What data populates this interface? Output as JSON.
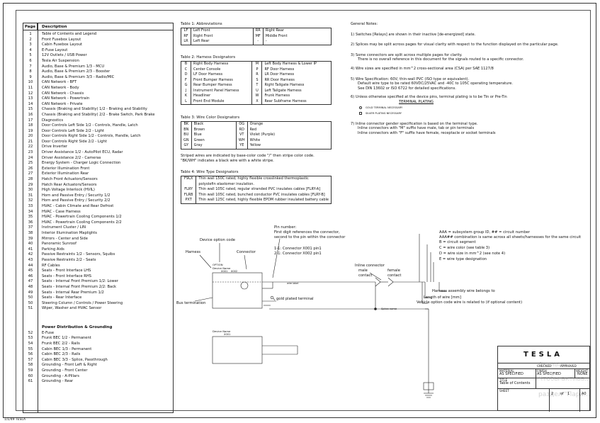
{
  "index": {
    "header": {
      "page": "Page",
      "description": "Description"
    },
    "rows": [
      {
        "n": "1",
        "d": "Table of Contents and Legend"
      },
      {
        "n": "2",
        "d": "Front Fusebox Layout"
      },
      {
        "n": "3",
        "d": "Cabin Fusebox Layout"
      },
      {
        "n": "4",
        "d": "E-Fuse Layout"
      },
      {
        "n": "5",
        "d": "12V Outlets / USB Power"
      },
      {
        "n": "6",
        "d": "Tesla Air Suspension"
      },
      {
        "n": "7",
        "d": "Audio, Base & Premium 1/3 - MCU"
      },
      {
        "n": "8",
        "d": "Audio, Base & Premium 2/3 - Booster"
      },
      {
        "n": "9",
        "d": "Audio, Base & Premium 3/3 - Radio/MIC"
      },
      {
        "n": "10",
        "d": "CAN Network - BFT"
      },
      {
        "n": "11",
        "d": "CAN Network - Body"
      },
      {
        "n": "12",
        "d": "CAN Network - Chassis"
      },
      {
        "n": "13",
        "d": "CAN Network - Powertrain"
      },
      {
        "n": "14",
        "d": "CAN Network - Private"
      },
      {
        "n": "15",
        "d": "Chassis (Braking and Stability) 1/2 - Braking and Stability"
      },
      {
        "n": "16",
        "d": "Chassis (Braking and Stability) 2/2 - Brake Switch, Park Brake"
      },
      {
        "n": "17",
        "d": "Diagnostics"
      },
      {
        "n": "18",
        "d": "Door Controls Left Side 1/2 - Controls, Handle, Latch"
      },
      {
        "n": "19",
        "d": "Door Controls Left Side 2/2 - Light"
      },
      {
        "n": "20",
        "d": "Door Controls Right Side 1/2 - Controls, Handle, Latch"
      },
      {
        "n": "21",
        "d": "Door Controls Right Side 2/2 - Light"
      },
      {
        "n": "22",
        "d": "Drive Inverter"
      },
      {
        "n": "23",
        "d": "Driver Assistance 1/2 - AutoPilot ECU, Radar"
      },
      {
        "n": "24",
        "d": "Driver Assistance 2/2 - Cameras"
      },
      {
        "n": "25",
        "d": "Energy System - Charger Logic Connection"
      },
      {
        "n": "26",
        "d": "Exterior Illumination Front"
      },
      {
        "n": "27",
        "d": "Exterior Illumination Rear"
      },
      {
        "n": "28",
        "d": "Hatch Front Actuators/Sensors"
      },
      {
        "n": "29",
        "d": "Hatch Rear Actuators/Sensors"
      },
      {
        "n": "30",
        "d": "High Voltage Interlock (HVIL)"
      },
      {
        "n": "31",
        "d": "Horn and Passive Entry / Security 1/2"
      },
      {
        "n": "32",
        "d": "Horn and Passive Entry / Security 2/2"
      },
      {
        "n": "33",
        "d": "HVAC - Cabin Climate and Rear Defrost"
      },
      {
        "n": "34",
        "d": "HVAC - Case Harness"
      },
      {
        "n": "35",
        "d": "HVAC - Powertrain Cooling Components 1/2"
      },
      {
        "n": "36",
        "d": "HVAC - Powertrain Cooling Components 2/2"
      },
      {
        "n": "37",
        "d": "Instrument Cluster / LIN"
      },
      {
        "n": "38",
        "d": "Interior Illumination Maplights"
      },
      {
        "n": "39",
        "d": "Mirrors - Center and Side"
      },
      {
        "n": "40",
        "d": "Panoramic Sunroof"
      },
      {
        "n": "41",
        "d": "Parking Aids"
      },
      {
        "n": "42",
        "d": "Passive Restraints 1/2 - Sensors, Squibs"
      },
      {
        "n": "43",
        "d": "Passive Restraints 2/2 - Seats"
      },
      {
        "n": "44",
        "d": "RF Cables"
      },
      {
        "n": "45",
        "d": "Seats - Front Interface LHS"
      },
      {
        "n": "46",
        "d": "Seats - Front Interface RHS"
      },
      {
        "n": "47",
        "d": "Seats - Internal Front Premium 1/2: Lower"
      },
      {
        "n": "48",
        "d": "Seats - Internal Front Premium 2/2: Back"
      },
      {
        "n": "49",
        "d": "Seats - Internal Rear Premium 1/2"
      },
      {
        "n": "50",
        "d": "Seats - Rear Interface"
      },
      {
        "n": "50",
        "d": "Steering Column / Controls / Power Steering"
      },
      {
        "n": "51",
        "d": "Wiper, Washer and HVAC Sensor"
      }
    ],
    "section2_title": "Power Distribution & Grounding",
    "rows2": [
      {
        "n": "52",
        "d": "E-Fuse"
      },
      {
        "n": "53",
        "d": "Frunk BEC 1/2 - Permanent"
      },
      {
        "n": "54",
        "d": "Frunk BEC 2/2 - Rails"
      },
      {
        "n": "55",
        "d": "Cabin BEC 1/3 - Permanent"
      },
      {
        "n": "56",
        "d": "Cabin BEC 2/3 - Rails"
      },
      {
        "n": "57",
        "d": "Cabin BEC 3/3 - Splice, Passthrough"
      },
      {
        "n": "58",
        "d": "Grounding - Front Left & Right"
      },
      {
        "n": "59",
        "d": "Grounding - Front Center"
      },
      {
        "n": "60",
        "d": "Grounding - A-Pillars"
      },
      {
        "n": "61",
        "d": "Grounding - Rear"
      }
    ]
  },
  "abbrev": {
    "title": "Table 1: Abbreviations",
    "rows": [
      {
        "a": "LF",
        "b": "Left Front",
        "c": "RR",
        "d": "Right Rear"
      },
      {
        "a": "RF",
        "b": "Right Front",
        "c": "MF",
        "d": "Middle Front"
      },
      {
        "a": "LR",
        "b": "Left Rear",
        "c": "-",
        "d": "-"
      }
    ]
  },
  "harness": {
    "title": "Table 2: Harness Designators",
    "rows": [
      {
        "a": "B",
        "b": "Right Body Harness",
        "c": "M",
        "d": "Left Body Harness & Lower IP"
      },
      {
        "a": "C",
        "b": "Center Console",
        "c": "P",
        "d": "RF Door Harness"
      },
      {
        "a": "D",
        "b": "LF Door Harness",
        "c": "R",
        "d": "LR Door Harness"
      },
      {
        "a": "F",
        "b": "Front Bumper Harness",
        "c": "S",
        "d": "RR Door Harness"
      },
      {
        "a": "G",
        "b": "Rear Bumper Harness",
        "c": "T",
        "d": "Right Tailgate Harness"
      },
      {
        "a": "J",
        "b": "Instrument Panel Harness",
        "c": "U",
        "d": "Left Tailgate Harness"
      },
      {
        "a": "K",
        "b": "Headliner",
        "c": "W",
        "d": "Frunk Harness"
      },
      {
        "a": "L",
        "b": "Front End Module",
        "c": "X",
        "d": "Rear Subframe Harness"
      }
    ]
  },
  "wirecolor": {
    "title": "Table 3: Wire Color Designators",
    "rows": [
      {
        "a": "BK",
        "b": "Black",
        "c": "OG",
        "d": "Orange"
      },
      {
        "a": "BN",
        "b": "Brown",
        "c": "RD",
        "d": "Red"
      },
      {
        "a": "BU",
        "b": "Blue",
        "c": "VT",
        "d": "Violet (Purple)"
      },
      {
        "a": "GN",
        "b": "Green",
        "c": "WH",
        "d": "White"
      },
      {
        "a": "GY",
        "b": "Gray",
        "c": "YE",
        "d": "Yellow"
      }
    ],
    "note1": "Striped wires are indicated by base-color code \"/\" then stripe color code.",
    "note2": "\"BK/WH\" indicates a black wire with a white stripe."
  },
  "wiretype": {
    "title": "Table 4: Wire Type Designators",
    "rows": [
      {
        "a": "F9LX",
        "b": "Thin wall 150C rated, highly flexible crosslinked thermoplastic"
      },
      {
        "a": "",
        "b": "polyolefin elastomer insulation."
      },
      {
        "a": "FLRY",
        "b": "Thin wall 105C rated, regular stranded PVC insulates cables [FLRY-A]"
      },
      {
        "a": "FLRB",
        "b": "Thin wall 105C rated, bunched conductor PVC insulates cables [FLRY-B]"
      },
      {
        "a": "PXT",
        "b": "Thin wall 125C rated, highly flexible EPDM rubber insulated battery cable"
      }
    ]
  },
  "notes": {
    "title": "General Notes:",
    "n1": "1) Switches [Relays] are shown in their inactive [de-energized] state.",
    "n2": "2) Splices may be split across pages for visual clarity with respect to the function displayed on the particular page.",
    "n3a": "3) Some connectors are split across multiple pages for clarity.",
    "n3b": "There is no overall reference in this document for the signals routed to a specific connector.",
    "n4": "4) Wire sizes are specified in mm^2 cross-sectional area (CSA) per SAE 1127/8",
    "n5a": "5) Wire Specification: 60V, thin-wall PVC (ISO type or equivalent).",
    "n5b": "Default wire type to be rated 60VDC/25VAC and -40C to 105C operating temperature.",
    "n5c": "See DIN 13602 or ISO 6722 for detailed specifications.",
    "n6": "6) Unless otherwise specified at the device pins, terminal plating is to be Tin or Pre-Tin",
    "plating_title": "TERMINAL PLATING",
    "plating_gold": "GOLD TERMINAL NECESSARY",
    "plating_silver": "SILVER PLATING NECESSARY",
    "n7a": "7) Inline connector gender specification is based on the terminal type.",
    "n7b": "Inline connectors with \"M\" suffix have male, tab or pin terminals",
    "n7c": "Inline connectors with \"F\" suffix have female, receptacle or socket terminals"
  },
  "legend": {
    "pin_number": "Pin number:",
    "pin_line1": "First digit references the connector,",
    "pin_line2": "second to the pin within the connector",
    "device_option": "Device option code",
    "harness": "Harness",
    "connector": "Connector",
    "conn1": "1-1: Connector X001 pin1",
    "conn2": "2-1: Connector X002 pin1",
    "option_code": "OPTION",
    "device_name": "Device Name",
    "device_pins": "X001    X002",
    "inline_connector": "Inline connector",
    "male_contact": "male\ncontact",
    "female_contact": "female\ncontact",
    "bus_termination": "Bus termination",
    "gold_terminal": "gold plated terminal",
    "splice_name": "Splice name",
    "wire_label": "wire label",
    "aaa1": "AAA = subsystem group ID, ## = circuit number",
    "aaa2": "AAA## combination is same across all sheets/harnesses for the same circuit",
    "aaa3": "B = circuit segment",
    "aaa4": "C = wire color (see table 3)",
    "aaa5": "D = wire size in mm^2 (see note 4)",
    "aaa6": "E = wire type designation",
    "harness_wire": "Harness assembly wire belongs to",
    "length_wire": "Length of wire [mm]",
    "vehicle_option": "Vehicle option code wire is related to (if optional content)",
    "device_name2": "Device Name",
    "device_pin2": "X001"
  },
  "titleblock": {
    "logo": "TESLA",
    "material_label": "MATERIAL",
    "material": "AS SPECIFIED",
    "finish_label": "FINISH",
    "finish": "AS SPECIFIED",
    "weight_label": "WEIGHT",
    "weight": "NONE",
    "title_label": "TITLE",
    "title": "Table of Contents",
    "sheet_label": "SHEET",
    "sheet": "2",
    "of": "of",
    "sheet_total": "1",
    "rev": "A0",
    "checked": "CHECKED",
    "approved": "APPROVED"
  },
  "watermark": {
    "line1": "Активац...",
    "line2": "Чтобы актива...",
    "line3": "раздел \"Пара..."
  },
  "footer": "1/1/49 TESLA"
}
